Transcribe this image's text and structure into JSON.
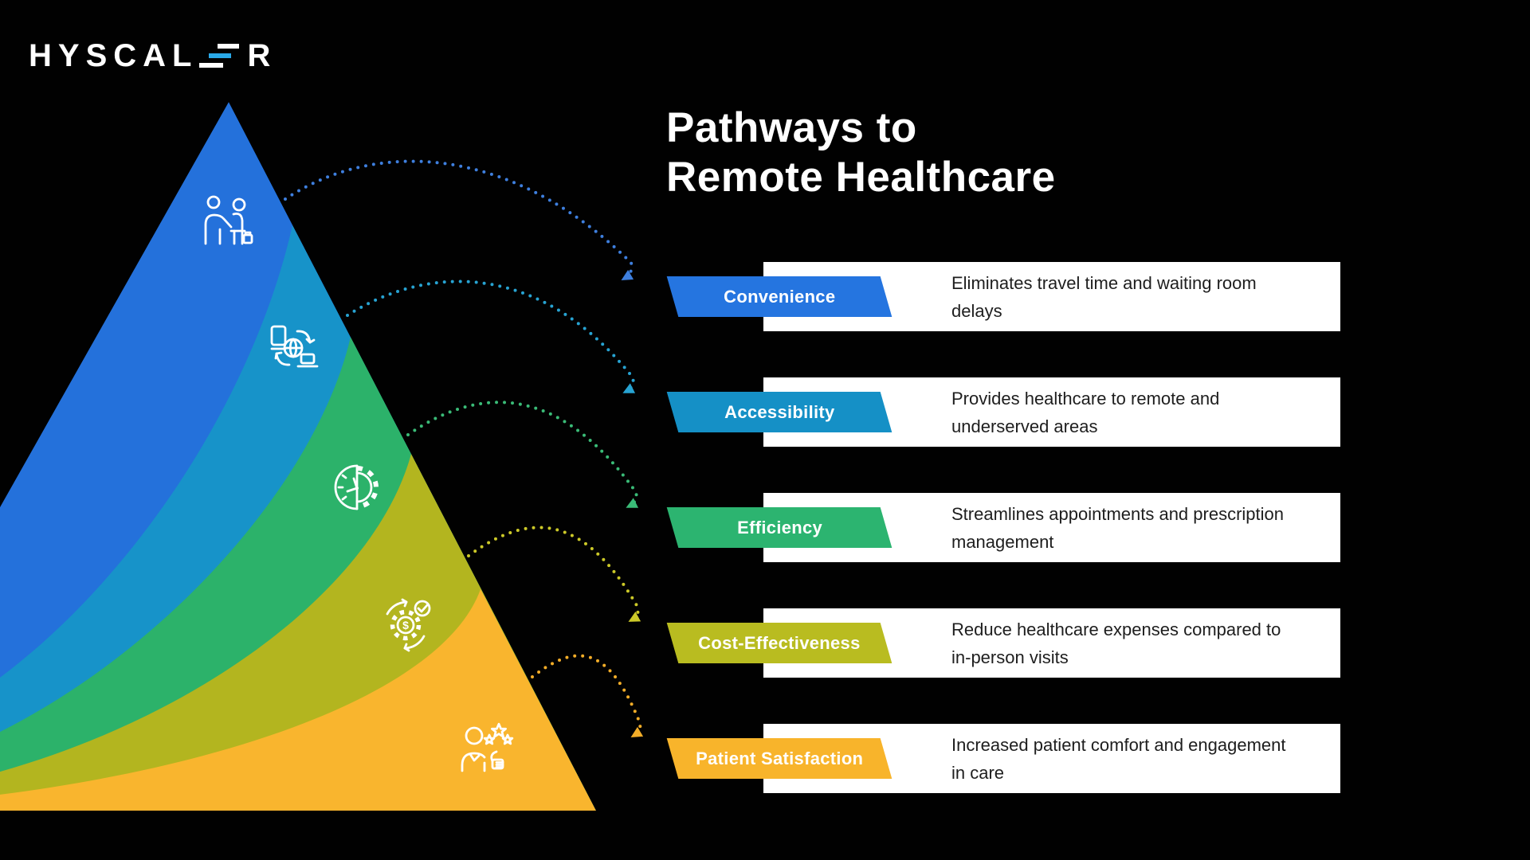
{
  "background_color": "#010101",
  "logo": {
    "prefix": "HYSCAL",
    "suffix": "R",
    "accent_color": "#29A9E9"
  },
  "title": {
    "line1": "Pathways to",
    "line2": "Remote Healthcare"
  },
  "rows": [
    {
      "label": "Convenience",
      "description": "Eliminates travel time and waiting room delays",
      "color": "#2575E0",
      "arrow_color": "#3E7FDE",
      "icon": "doctor-patient-icon"
    },
    {
      "label": "Accessibility",
      "description": "Provides healthcare to remote and underserved areas",
      "color": "#1590C6",
      "arrow_color": "#27A3D2",
      "icon": "device-exchange-icon"
    },
    {
      "label": "Efficiency",
      "description": "Streamlines appointments and prescription management",
      "color": "#2CB470",
      "arrow_color": "#3ABB77",
      "icon": "clock-gear-icon"
    },
    {
      "label": "Cost-Effectiveness",
      "description": "Reduce healthcare expenses compared to in-person visits",
      "color": "#B9BC20",
      "arrow_color": "#CCC928",
      "icon": "dollar-gear-icon"
    },
    {
      "label": "Patient Satisfaction",
      "description": "Increased patient comfort and engagement in care",
      "color": "#F8B42B",
      "arrow_color": "#F3AD28",
      "icon": "patient-rating-icon"
    }
  ],
  "pyramid": {
    "layer_colors": [
      "#2471DB",
      "#1793C9",
      "#2CB26A",
      "#B3B51F",
      "#F9B52E"
    ],
    "icons": [
      "doctor-patient-icon",
      "device-exchange-icon",
      "clock-gear-icon",
      "dollar-gear-icon",
      "patient-rating-icon"
    ],
    "dollar_sign": "$"
  }
}
